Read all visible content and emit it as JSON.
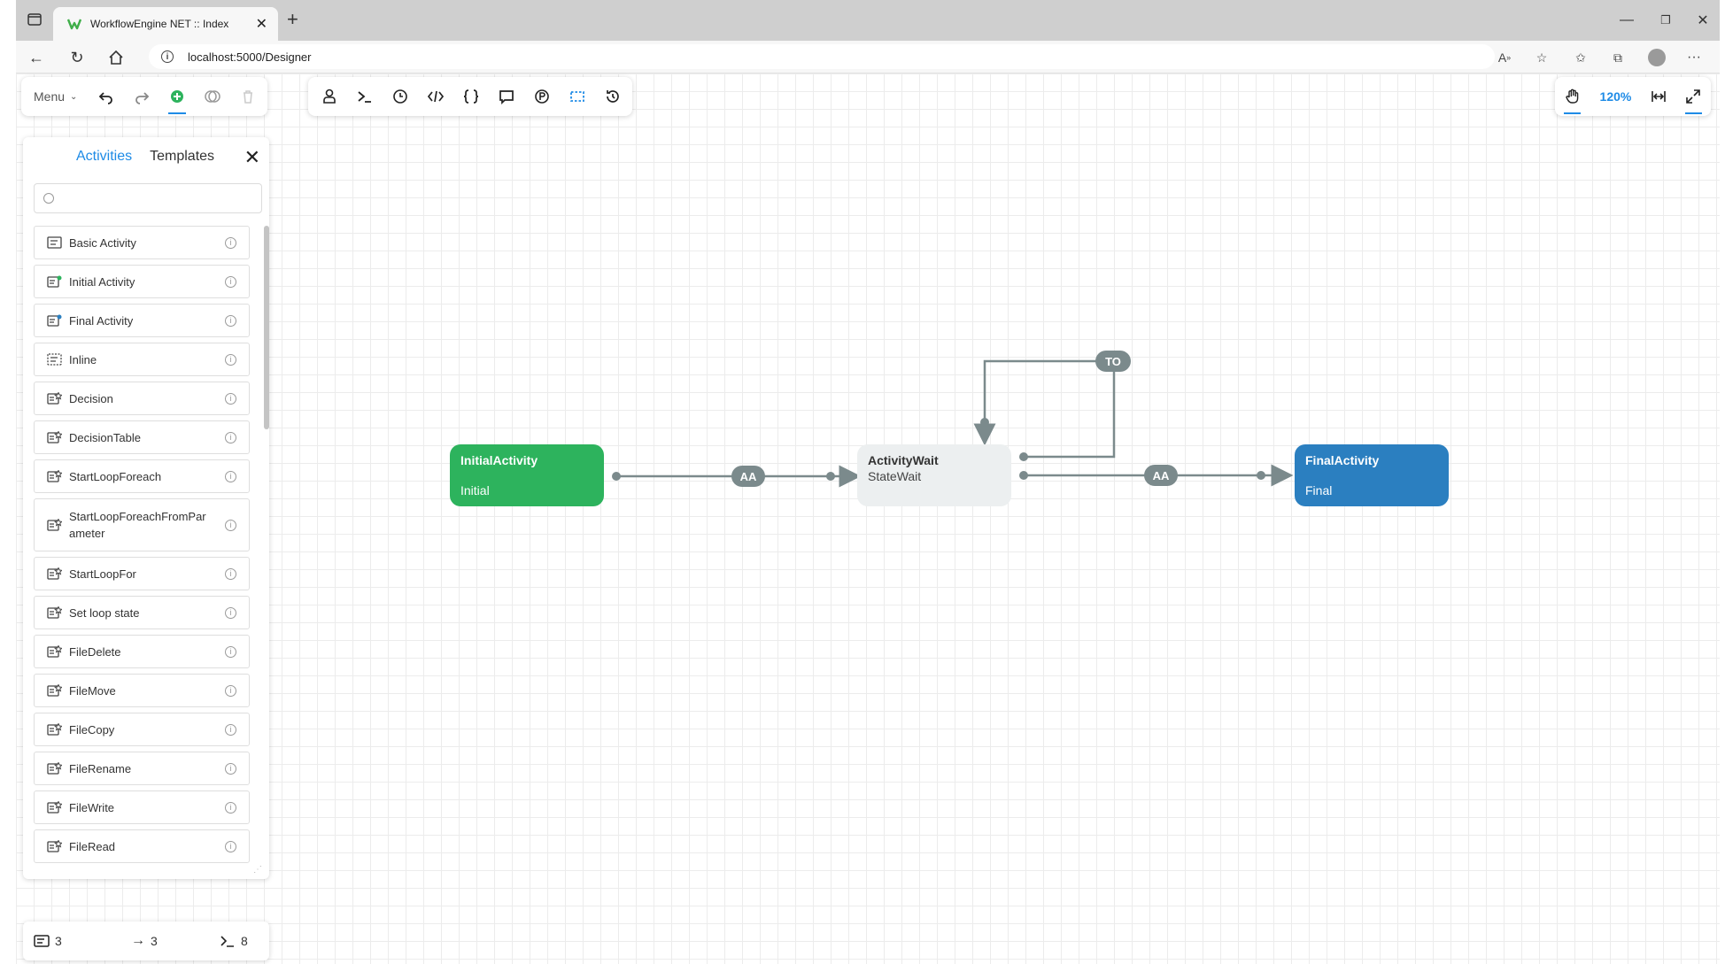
{
  "browser": {
    "tab_title": "WorkflowEngine NET :: Index",
    "url": "localhost:5000/Designer"
  },
  "toolbar": {
    "menu_label": "Menu",
    "zoom_label": "120%"
  },
  "panel": {
    "tabs": [
      "Activities",
      "Templates"
    ],
    "search_placeholder": "",
    "items": [
      {
        "label": "Basic Activity",
        "icon": "basic-activity-icon"
      },
      {
        "label": "Initial Activity",
        "icon": "initial-activity-icon"
      },
      {
        "label": "Final Activity",
        "icon": "final-activity-icon"
      },
      {
        "label": "Inline",
        "icon": "inline-icon"
      },
      {
        "label": "Decision",
        "icon": "action-icon"
      },
      {
        "label": "DecisionTable",
        "icon": "action-icon"
      },
      {
        "label": "StartLoopForeach",
        "icon": "action-icon"
      },
      {
        "label": "StartLoopForeachFromParameter",
        "icon": "action-icon"
      },
      {
        "label": "StartLoopFor",
        "icon": "action-icon"
      },
      {
        "label": "Set loop state",
        "icon": "action-icon"
      },
      {
        "label": "FileDelete",
        "icon": "action-icon"
      },
      {
        "label": "FileMove",
        "icon": "action-icon"
      },
      {
        "label": "FileCopy",
        "icon": "action-icon"
      },
      {
        "label": "FileRename",
        "icon": "action-icon"
      },
      {
        "label": "FileWrite",
        "icon": "action-icon"
      },
      {
        "label": "FileRead",
        "icon": "action-icon"
      }
    ]
  },
  "stats": {
    "activities": "3",
    "transitions": "3",
    "commands": "8"
  },
  "diagram": {
    "nodes": [
      {
        "name": "InitialActivity",
        "state": "Initial",
        "color": "#2db35d"
      },
      {
        "name": "ActivityWait",
        "state": "StateWait",
        "color": "#eceff0"
      },
      {
        "name": "FinalActivity",
        "state": "Final",
        "color": "#2b7fc0"
      }
    ],
    "transition_labels": [
      "AA",
      "AA",
      "TO"
    ]
  },
  "colors": {
    "accent": "#1e8be6",
    "initial": "#2db35d",
    "final": "#2b7fc0",
    "connector": "#7b8a8c"
  }
}
